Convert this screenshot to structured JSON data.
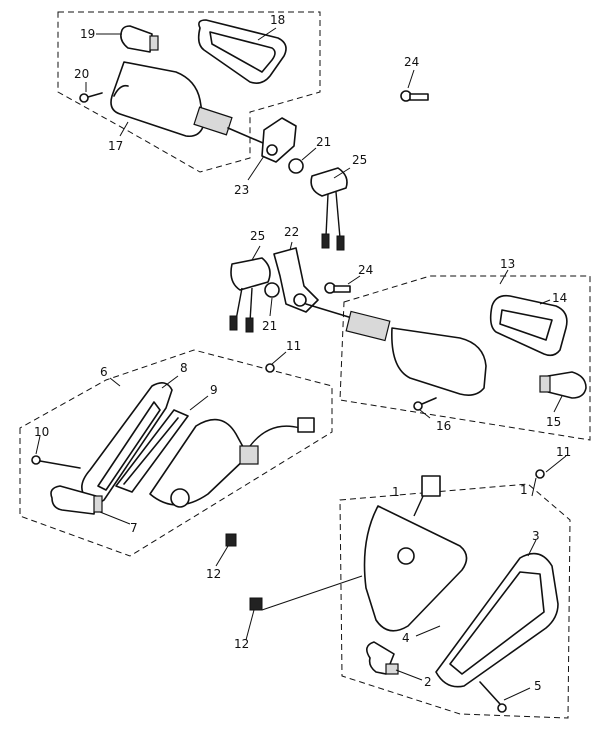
{
  "callouts": {
    "c1a": "1",
    "c1b": "1",
    "c2": "2",
    "c3": "3",
    "c4": "4",
    "c5": "5",
    "c6": "6",
    "c7": "7",
    "c8": "8",
    "c9": "9",
    "c10": "10",
    "c11a": "11",
    "c11b": "11",
    "c12a": "12",
    "c12b": "12",
    "c13": "13",
    "c14": "14",
    "c15": "15",
    "c16": "16",
    "c17": "17",
    "c18": "18",
    "c19": "19",
    "c20": "20",
    "c21a": "21",
    "c21b": "21",
    "c22": "22",
    "c23": "23",
    "c24a": "24",
    "c24b": "24",
    "c25a": "25",
    "c25b": "25"
  }
}
